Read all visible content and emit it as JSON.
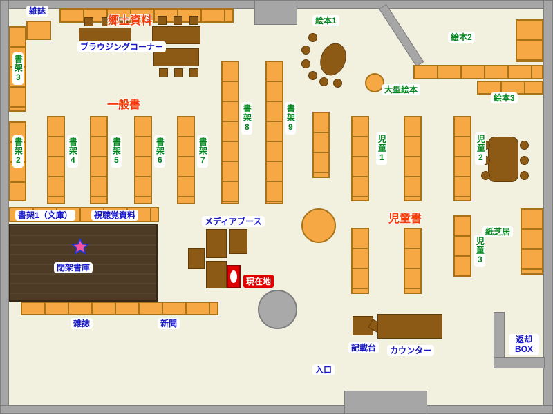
{
  "areas": {
    "local": "郷土資料",
    "general": "一般書",
    "children": "児童書"
  },
  "labels": {
    "magazine_top": "雑誌",
    "browsing": "ブラウジングコーナー",
    "shelf2": "書架2",
    "shelf3": "書架3",
    "shelf4": "書架4",
    "shelf5": "書架5",
    "shelf6": "書架6",
    "shelf7": "書架7",
    "shelf8": "書架8",
    "shelf9": "書架9",
    "shelf1_bunko": "書架1（文庫）",
    "av_materials": "視聴覚資料",
    "closed_stacks": "閉架書庫",
    "media_booth": "メディアブース",
    "current_location": "現在地",
    "magazine_bottom": "雑誌",
    "newspaper": "新聞",
    "ehon1": "絵本1",
    "ehon2": "絵本2",
    "ehon3": "絵本3",
    "ogata_ehon": "大型絵本",
    "jido1": "児童1",
    "jido2": "児童2",
    "jido3": "児童3",
    "kamishibai": "紙芝居",
    "kisaidai": "記載台",
    "counter": "カウンター",
    "return_box": "返却BOX",
    "entrance": "入口"
  },
  "colors": {
    "floor": "#f2f0df",
    "wall": "#a6a6a6",
    "shelf": "#f6a844",
    "shelf_border": "#a87318",
    "table_brown": "#8d5a15",
    "stacks_dark": "#4d3b26",
    "label_blue": "#1717c9",
    "label_green": "#00851c",
    "area_red": "#f43b0a",
    "here_red": "#e10000"
  }
}
